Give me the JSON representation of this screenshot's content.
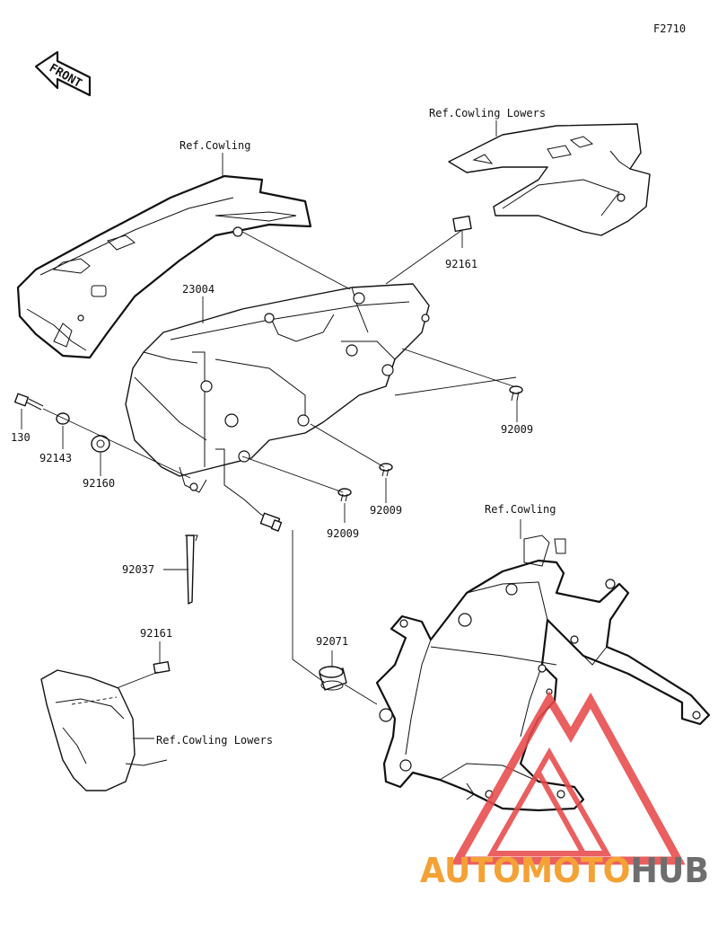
{
  "figure_code": "F2710",
  "front_arrow": {
    "label": "FRONT",
    "icon": "front-arrow-icon"
  },
  "callouts": [
    {
      "id": "ref-cowling-top",
      "text": "Ref.Cowling"
    },
    {
      "id": "ref-cowling-lowers-top",
      "text": "Ref.Cowling Lowers"
    },
    {
      "id": "headlight",
      "text": "23004"
    },
    {
      "id": "tape-upper",
      "text": "92161"
    },
    {
      "id": "screw-right",
      "text": "92009"
    },
    {
      "id": "screw-mid",
      "text": "92009"
    },
    {
      "id": "screw-low",
      "text": "92009"
    },
    {
      "id": "bolt",
      "text": "130"
    },
    {
      "id": "collar",
      "text": "92143"
    },
    {
      "id": "damper",
      "text": "92160"
    },
    {
      "id": "band",
      "text": "92037"
    },
    {
      "id": "tape-lower",
      "text": "92161"
    },
    {
      "id": "grommet",
      "text": "92071"
    },
    {
      "id": "ref-cowling-frame",
      "text": "Ref.Cowling"
    },
    {
      "id": "ref-cowling-lowers-bottom",
      "text": "Ref.Cowling Lowers"
    }
  ],
  "watermark": {
    "part1": "AUTOMOTO",
    "part2": "HUB",
    "color_primary": "#f4a236",
    "color_secondary": "#6e6e6e",
    "triangle_color": "#e8494a"
  }
}
